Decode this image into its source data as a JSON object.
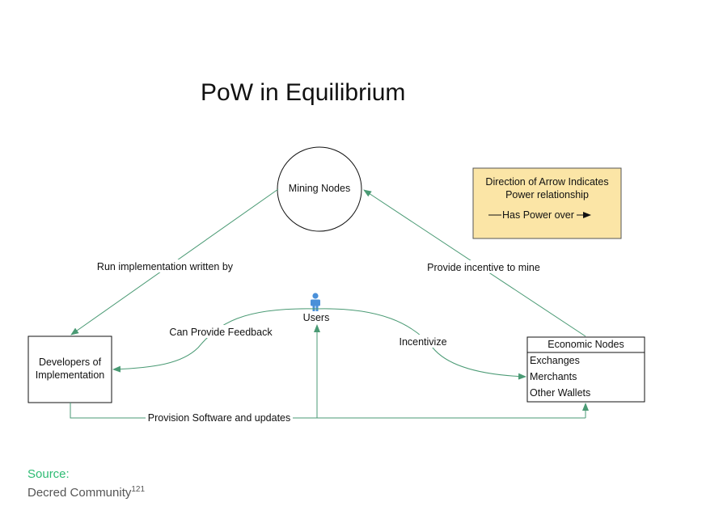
{
  "title": "PoW in Equilibrium",
  "legend": {
    "line1": "Direction of Arrow Indicates",
    "line2": "Power relationship",
    "example": "Has Power over",
    "fill": "#fbe5a6"
  },
  "nodes": {
    "mining": "Mining Nodes",
    "developers_line1": "Developers of",
    "developers_line2": "Implementation",
    "users": "Users",
    "economic": {
      "title": "Economic Nodes",
      "items": [
        "Exchanges",
        "Merchants",
        "Other Wallets"
      ]
    }
  },
  "edges": {
    "mining_to_dev": "Run implementation written by",
    "econ_to_mining": "Provide incentive to mine",
    "users_to_dev": "Can Provide Feedback",
    "users_to_econ": "Incentivize",
    "dev_to_others": "Provision Software and updates"
  },
  "colors": {
    "arrow": "#4a9a74",
    "user_icon": "#4a90d9"
  },
  "source": {
    "label": "Source:",
    "text": "Decred Community",
    "ref": "121"
  }
}
